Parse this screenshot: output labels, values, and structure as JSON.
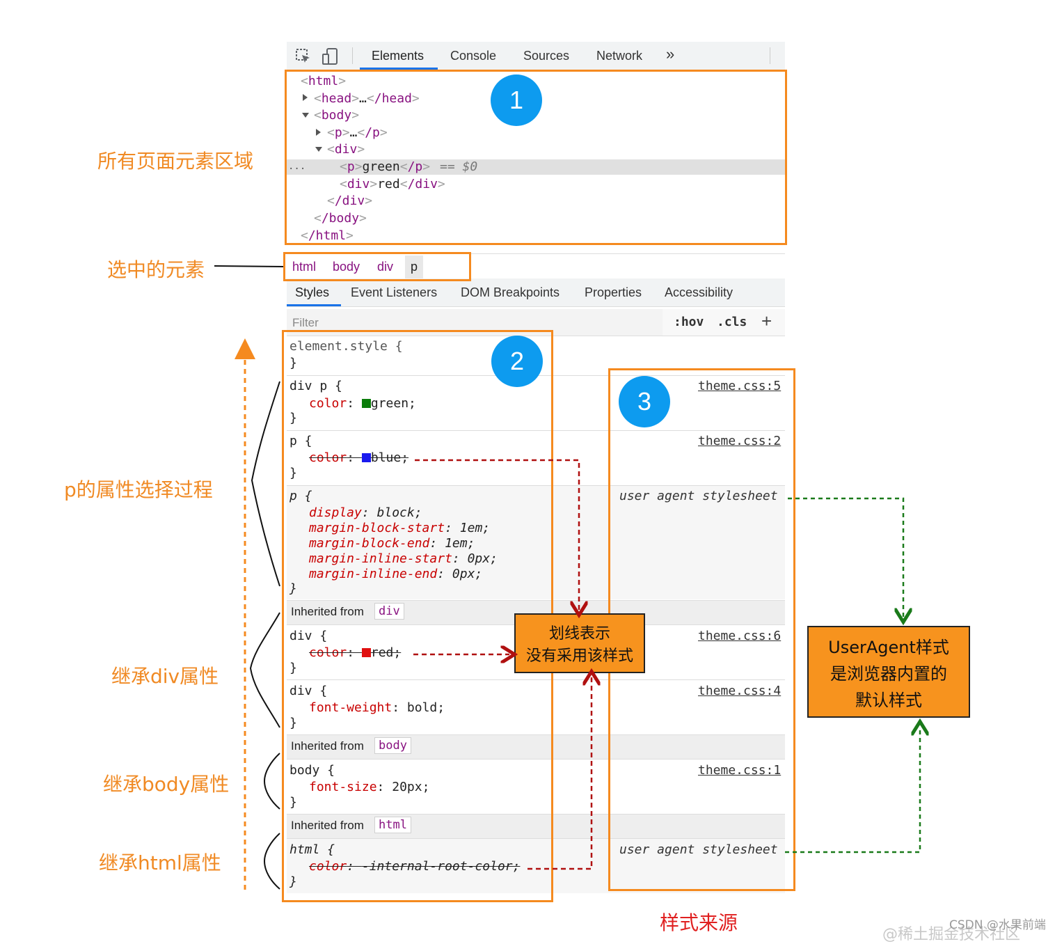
{
  "toolbar": {
    "tabs": [
      "Elements",
      "Console",
      "Sources",
      "Network"
    ],
    "more": "»"
  },
  "dom_tree": [
    "<html>",
    "<head>…</head>",
    "<body>",
    "<p>…</p>",
    "<div>",
    "<p>green</p>",
    "<div>red</div>",
    "</div>",
    "</body>",
    "</html>"
  ],
  "selected_marker": "== $0",
  "gutter_dots": "...",
  "breadcrumb": [
    "html",
    "body",
    "div",
    "p"
  ],
  "sub_tabs": [
    "Styles",
    "Event Listeners",
    "DOM Breakpoints",
    "Properties",
    "Accessibility"
  ],
  "filter": {
    "placeholder": "Filter",
    "hov": ":hov",
    "cls": ".cls",
    "add": "+"
  },
  "rules": {
    "element_style": "element.style {",
    "close": "}",
    "r1_sel": "div p {",
    "r1_prop": "color",
    "r1_val": "green;",
    "r1_color": "#0a7d0a",
    "r1_src": "theme.css:5",
    "r2_sel": "p {",
    "r2_prop": "color",
    "r2_val": "blue;",
    "r2_color": "#1a1aee",
    "r2_src": "theme.css:2",
    "r3_sel": "p {",
    "r3_src": "user agent stylesheet",
    "r3_props": [
      [
        "display",
        "block;"
      ],
      [
        "margin-block-start",
        "1em;"
      ],
      [
        "margin-block-end",
        "1em;"
      ],
      [
        "margin-inline-start",
        "0px;"
      ],
      [
        "margin-inline-end",
        "0px;"
      ]
    ],
    "inherited_label": "Inherited from",
    "inh_div": "div",
    "inh_body": "body",
    "inh_html": "html",
    "r4_sel": "div {",
    "r4_prop": "color",
    "r4_val": "red;",
    "r4_color": "#e01010",
    "r4_src": "theme.css:6",
    "r5_sel": "div {",
    "r5_prop": "font-weight",
    "r5_val": "bold;",
    "r5_src": "theme.css:4",
    "r6_sel": "body {",
    "r6_prop": "font-size",
    "r6_val": "20px;",
    "r6_src": "theme.css:1",
    "r7_sel": "html {",
    "r7_prop": "color",
    "r7_val": "-internal-root-color;",
    "r7_src": "user agent stylesheet"
  },
  "annotations": {
    "all_elements": "所有页面元素区域",
    "selected_element": "选中的元素",
    "p_selection": "p的属性选择过程",
    "inherit_div": "继承div属性",
    "inherit_body": "继承body属性",
    "inherit_html": "继承html属性",
    "style_source": "样式来源",
    "strike_note_1": "划线表示",
    "strike_note_2": "没有采用该样式",
    "ua_note_1": "UserAgent样式",
    "ua_note_2": "是浏览器内置的",
    "ua_note_3": "默认样式",
    "n1": "1",
    "n2": "2",
    "n3": "3"
  },
  "watermark": "CSDN @水果前端",
  "watermark_faded": "@稀土掘金技术社区",
  "colors": {
    "orange": "#f58a1f",
    "badge_blue": "#0d9bef",
    "tag_purple": "#881280",
    "prop_red": "#c80000",
    "dash_red": "#b01010",
    "dash_green": "#1a7a1a"
  }
}
